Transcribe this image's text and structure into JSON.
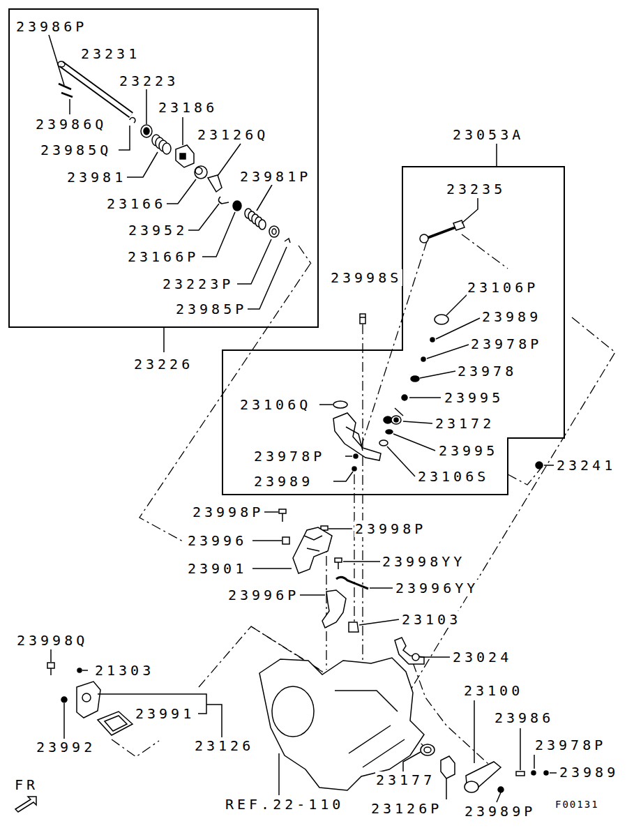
{
  "diagram": {
    "nodes": [
      {
        "text": [
          "23226"
        ]
      },
      {
        "text": [
          "23053A"
        ]
      }
    ],
    "labels": [
      "23986P",
      "23231",
      "23223",
      "23986Q",
      "23186",
      "23126Q",
      "23985Q",
      "23981",
      "23981P",
      "23166",
      "23952",
      "23166P",
      "23223P",
      "23985P",
      "23235",
      "23998S",
      "23106P",
      "23989",
      "23978P",
      "23978",
      "23106Q",
      "23995",
      "23172",
      "23995",
      "23978P",
      "23106S",
      "23241",
      "23989",
      "23998P",
      "23998P",
      "23996",
      "23901",
      "23998YY",
      "23996YY",
      "23996P",
      "23103",
      "23998Q",
      "21303",
      "23024",
      "23100",
      "23991",
      "23986",
      "23126",
      "23992",
      "23978P",
      "23989",
      "23177",
      "REF.22-110",
      "23126P",
      "23989P",
      "FR",
      "F00131"
    ]
  }
}
